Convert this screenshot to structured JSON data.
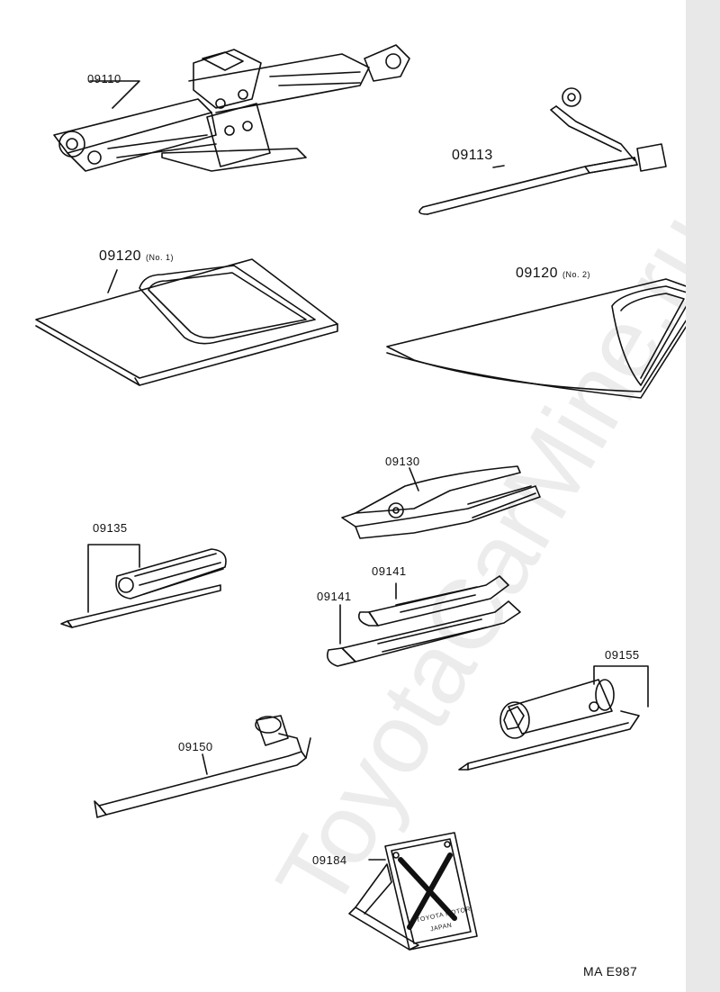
{
  "watermark": "ToyotaCarMine.ru",
  "diagram_code": "MA  E987",
  "parts": {
    "jack": {
      "number": "09110"
    },
    "jack_handle": {
      "number": "09113"
    },
    "bag_no1": {
      "number": "09120",
      "note": "(No. 1)"
    },
    "bag_no2": {
      "number": "09120",
      "note": "(No. 2)"
    },
    "pliers": {
      "number": "09130"
    },
    "screwdriver": {
      "number": "09135"
    },
    "wrench_upper": {
      "number": "09141"
    },
    "wrench_lower": {
      "number": "09141"
    },
    "wheel_nut_wrench": {
      "number": "09150"
    },
    "plug_wrench": {
      "number": "09155"
    },
    "warning_plate": {
      "number": "09184",
      "text_line1": "TOYOTA MOTOR",
      "text_line2": "JAPAN"
    }
  }
}
